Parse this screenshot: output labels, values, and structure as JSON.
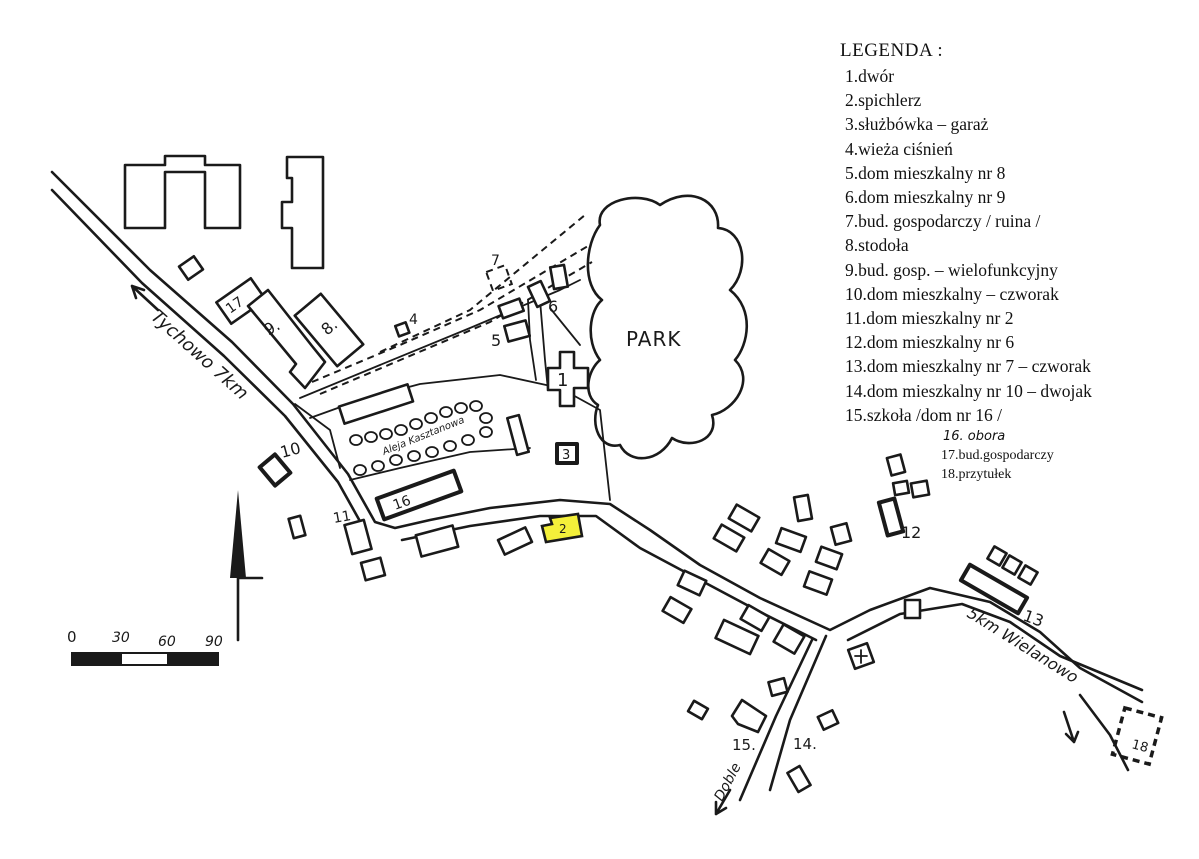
{
  "legend": {
    "title": "LEGENDA :",
    "items": [
      "1.dwór",
      "2.spichlerz",
      "3.służbówka – garaż",
      "4.wieża ciśnień",
      "5.dom mieszkalny nr 8",
      "6.dom mieszkalny nr 9",
      "7.bud. gospodarczy / ruina /",
      "8.stodoła",
      "9.bud. gosp. – wielofunkcyjny",
      "10.dom mieszkalny – czworak",
      "11.dom mieszkalny nr 2",
      "12.dom mieszkalny nr 6",
      "13.dom mieszkalny nr 7 – czworak",
      "14.dom mieszkalny nr 10 – dwojak",
      "15.szkoła  /dom nr 16 /"
    ],
    "item16": "16. obora",
    "item17": "17.bud.gospodarczy",
    "item18": "18.przytułek"
  },
  "labels": {
    "park": "PARK",
    "road_tychowo": "Tychowo 7km",
    "road_wielanowo": "5km Wielanowo",
    "road_doble": "Doble",
    "alley": "Aleja Kasztanowa",
    "n1": "1",
    "n2": "2",
    "n3": "3",
    "n4": "4",
    "n5": "5",
    "n6": "6",
    "n7": "7",
    "n8": "8.",
    "n9": "9.",
    "n10": "10",
    "n11": "11",
    "n12": "12",
    "n13": "13",
    "n14": "14.",
    "n15": "15.",
    "n16": "16",
    "n17": "17",
    "n18": "18"
  },
  "scale": {
    "ticks": [
      "0",
      "30",
      "60",
      "90"
    ]
  },
  "colors": {
    "highlight": "#f4f03a",
    "ink": "#1a1a1a"
  }
}
